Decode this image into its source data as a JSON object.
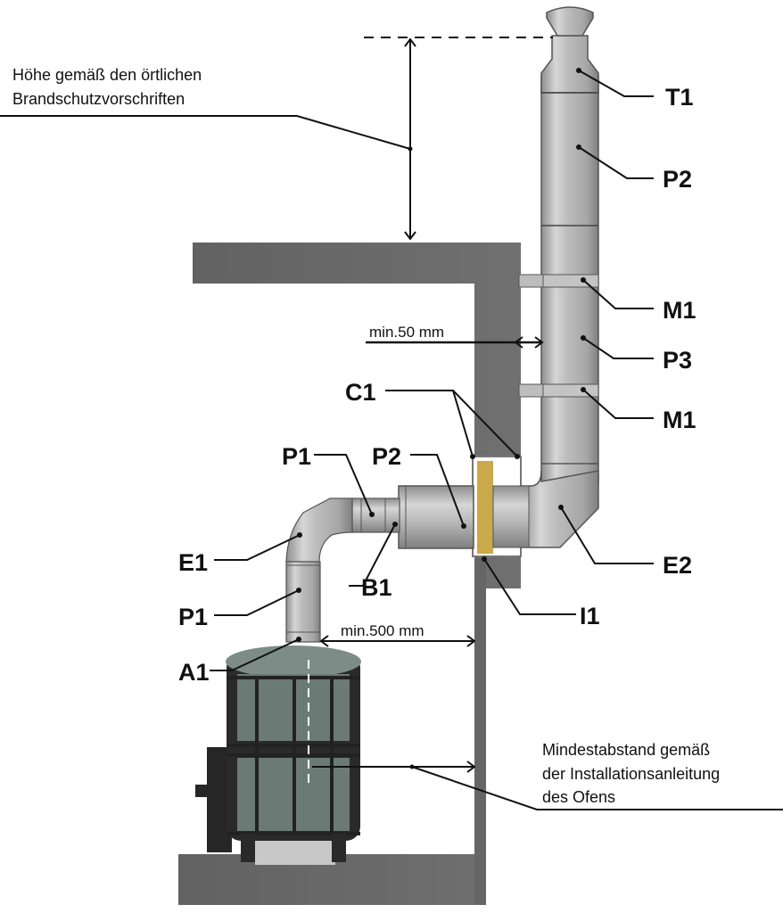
{
  "diagram": {
    "title": "Sauna chimney installation through wall",
    "notes": {
      "height_line1": "Höhe gemäß den örtlichen",
      "height_line2": "Brandschutzvorschriften",
      "min_distance_line1": "Mindestabstand gemäß",
      "min_distance_line2": "der Installationsanleitung",
      "min_distance_line3": "des Ofens"
    },
    "dimensions": {
      "wall_clearance": "min.50 mm",
      "stove_to_wall": "min.500 mm"
    },
    "labels": {
      "t1": "T1",
      "p2_top": "P2",
      "m1_upper": "M1",
      "p3": "P3",
      "m1_lower": "M1",
      "c1": "C1",
      "p1_horizontal": "P1",
      "p2_wall": "P2",
      "e1": "E1",
      "b1": "B1",
      "p1_vertical": "P1",
      "a1": "A1",
      "e2": "E2",
      "i1": "I1"
    },
    "colors": {
      "wall": "#6b6b6b",
      "pipe": "#b9b9b9",
      "insulation": "#c9a949",
      "stove": "#2b2b2b",
      "stones": "#7d8c87"
    }
  }
}
